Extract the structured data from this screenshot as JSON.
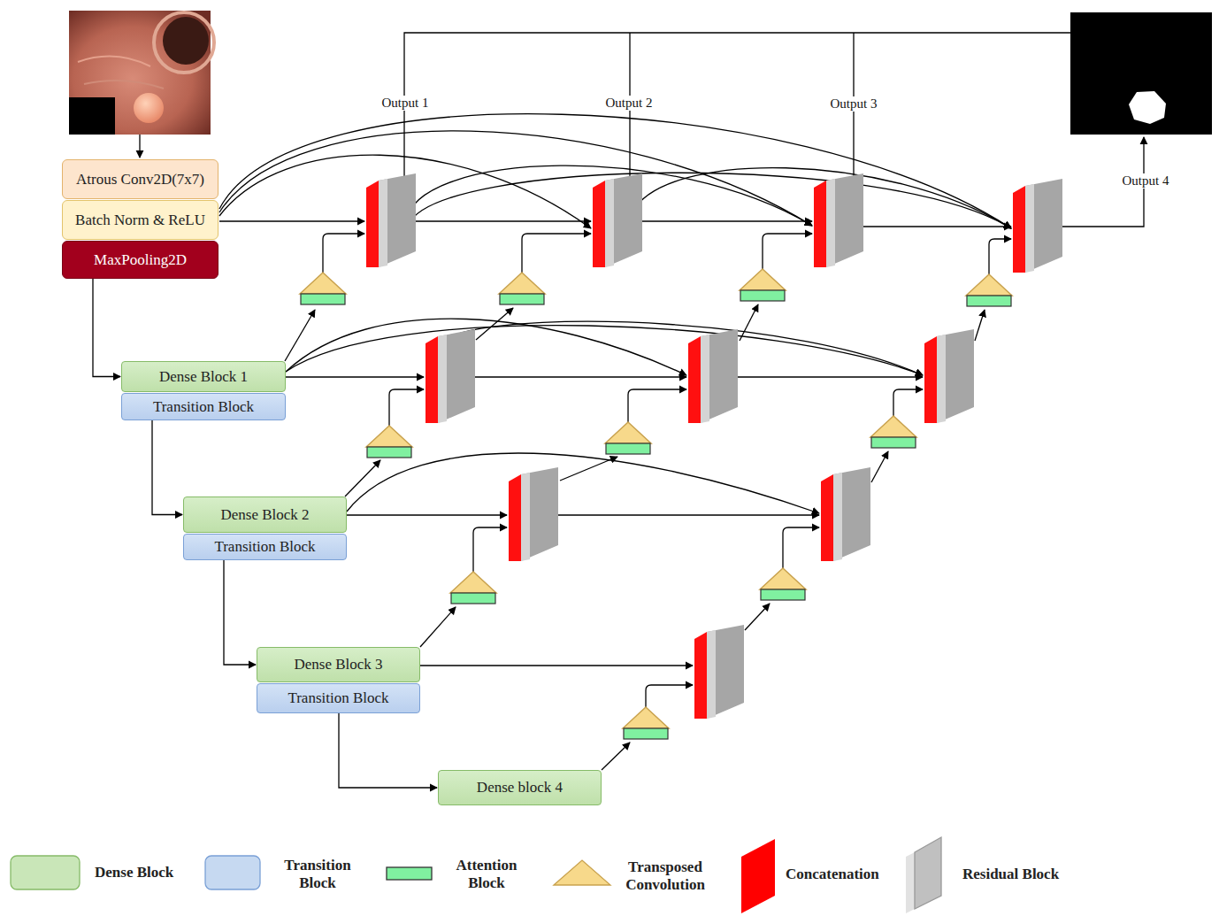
{
  "diagram": {
    "nodes": [
      {
        "text": [
          "Atrous Conv2D(7x7)"
        ]
      },
      {
        "text": [
          "Batch Norm & ReLU"
        ]
      },
      {
        "text": [
          "MaxPooling2D"
        ]
      },
      {
        "text": [
          "Dense Block 1"
        ]
      },
      {
        "text": [
          "Transition Block"
        ]
      },
      {
        "text": [
          "Dense Block 2"
        ]
      },
      {
        "text": [
          "Transition Block"
        ]
      },
      {
        "text": [
          "Dense Block 3"
        ]
      },
      {
        "text": [
          "Transition Block"
        ]
      },
      {
        "text": [
          "Dense block 4"
        ]
      }
    ],
    "edges": [
      {
        "from": 2,
        "to": 3,
        "arrow": "to"
      },
      {
        "from": 4,
        "to": 5,
        "arrow": "to"
      },
      {
        "from": 6,
        "to": 7,
        "arrow": "to"
      },
      {
        "from": 8,
        "to": 9,
        "arrow": "to"
      }
    ],
    "labels": [
      "Output 1",
      "Output 2",
      "Output 3",
      "Output 4"
    ],
    "legend": [
      {
        "text": "Dense Block",
        "color": "#c9e6b8"
      },
      {
        "text": "Transition Block",
        "color": "#c6d9f1"
      },
      {
        "text": "Attention Block",
        "color": "#80f0a0"
      },
      {
        "text": "Transposed Convolution",
        "color": "#f7d98b"
      },
      {
        "text": "Concatenation",
        "color": "#ff0000"
      },
      {
        "text": "Residual Block",
        "color": "#c0c0c0"
      }
    ]
  }
}
